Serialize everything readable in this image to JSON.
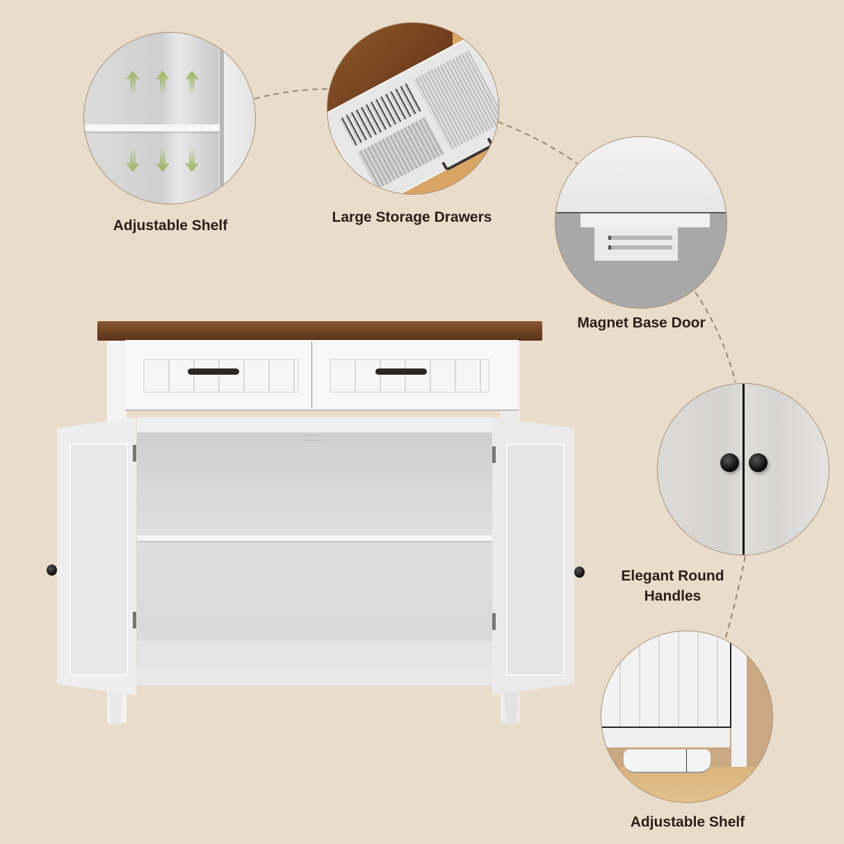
{
  "page": {
    "background_color": "#e9dccb",
    "text_color": "#2a1f17",
    "accent_arrow_color": "#9bb35a",
    "wood_color": "#7b4a2a",
    "cabinet_color": "#f4f4f3"
  },
  "features": [
    {
      "id": "adjustable-shelf-top",
      "label": "Adjustable Shelf",
      "icon": "up-down-arrows-icon"
    },
    {
      "id": "large-storage-drawers",
      "label": "Large Storage Drawers",
      "icon": "drawer-with-cutlery-icon"
    },
    {
      "id": "magnet-base-door",
      "label": "Magnet Base Door",
      "icon": "magnet-catch-icon"
    },
    {
      "id": "elegant-round-handles",
      "label_line1": "Elegant Round",
      "label_line2": "Handles",
      "icon": "round-knob-icon"
    },
    {
      "id": "adjustable-shelf-bottom",
      "label": "Adjustable Shelf",
      "icon": "robot-vacuum-clearance-icon"
    }
  ],
  "product": {
    "name": "sideboard-cabinet",
    "drawers": 2,
    "doors": 2,
    "shelves": 1
  }
}
